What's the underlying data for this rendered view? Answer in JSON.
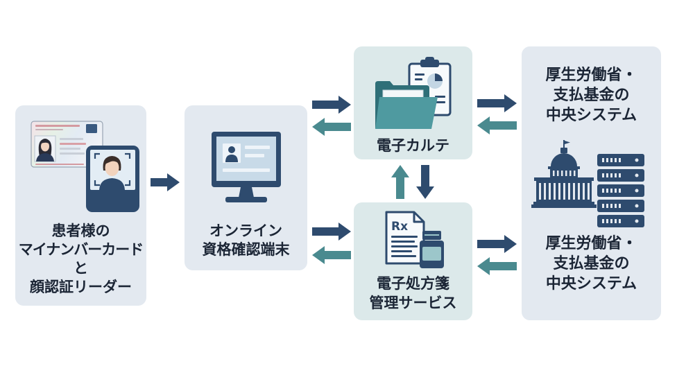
{
  "colors": {
    "navy": "#2e4b6e",
    "teal": "#4a8a8f",
    "text": "#1b2535",
    "panel_gray": "#e3e9f0",
    "panel_teal": "#dce9ea"
  },
  "nodes": {
    "patient": {
      "lines": [
        "患者様の",
        "マイナンバーカード",
        "と",
        "顔認証リーダー"
      ],
      "icons": [
        "id-card-icon",
        "face-recognition-reader-icon"
      ]
    },
    "terminal": {
      "lines": [
        "オンライン",
        "資格確認端末"
      ],
      "icons": [
        "monitor-icon"
      ]
    },
    "emr": {
      "lines": [
        "電子カルテ"
      ],
      "icons": [
        "clipboard-chart-icon",
        "folder-icon"
      ]
    },
    "e_prescription": {
      "lines": [
        "電子処方箋",
        "管理サービス"
      ],
      "rx_symbol": "Rx",
      "icons": [
        "prescription-document-icon",
        "medicine-bottle-icon"
      ]
    },
    "central_system": {
      "top_lines": [
        "厚生労働省・",
        "支払基金の",
        "中央システム"
      ],
      "bottom_lines": [
        "厚生労働省・",
        "支払基金の",
        "中央システム"
      ],
      "icons": [
        "government-building-icon",
        "server-stack-icon"
      ]
    }
  }
}
